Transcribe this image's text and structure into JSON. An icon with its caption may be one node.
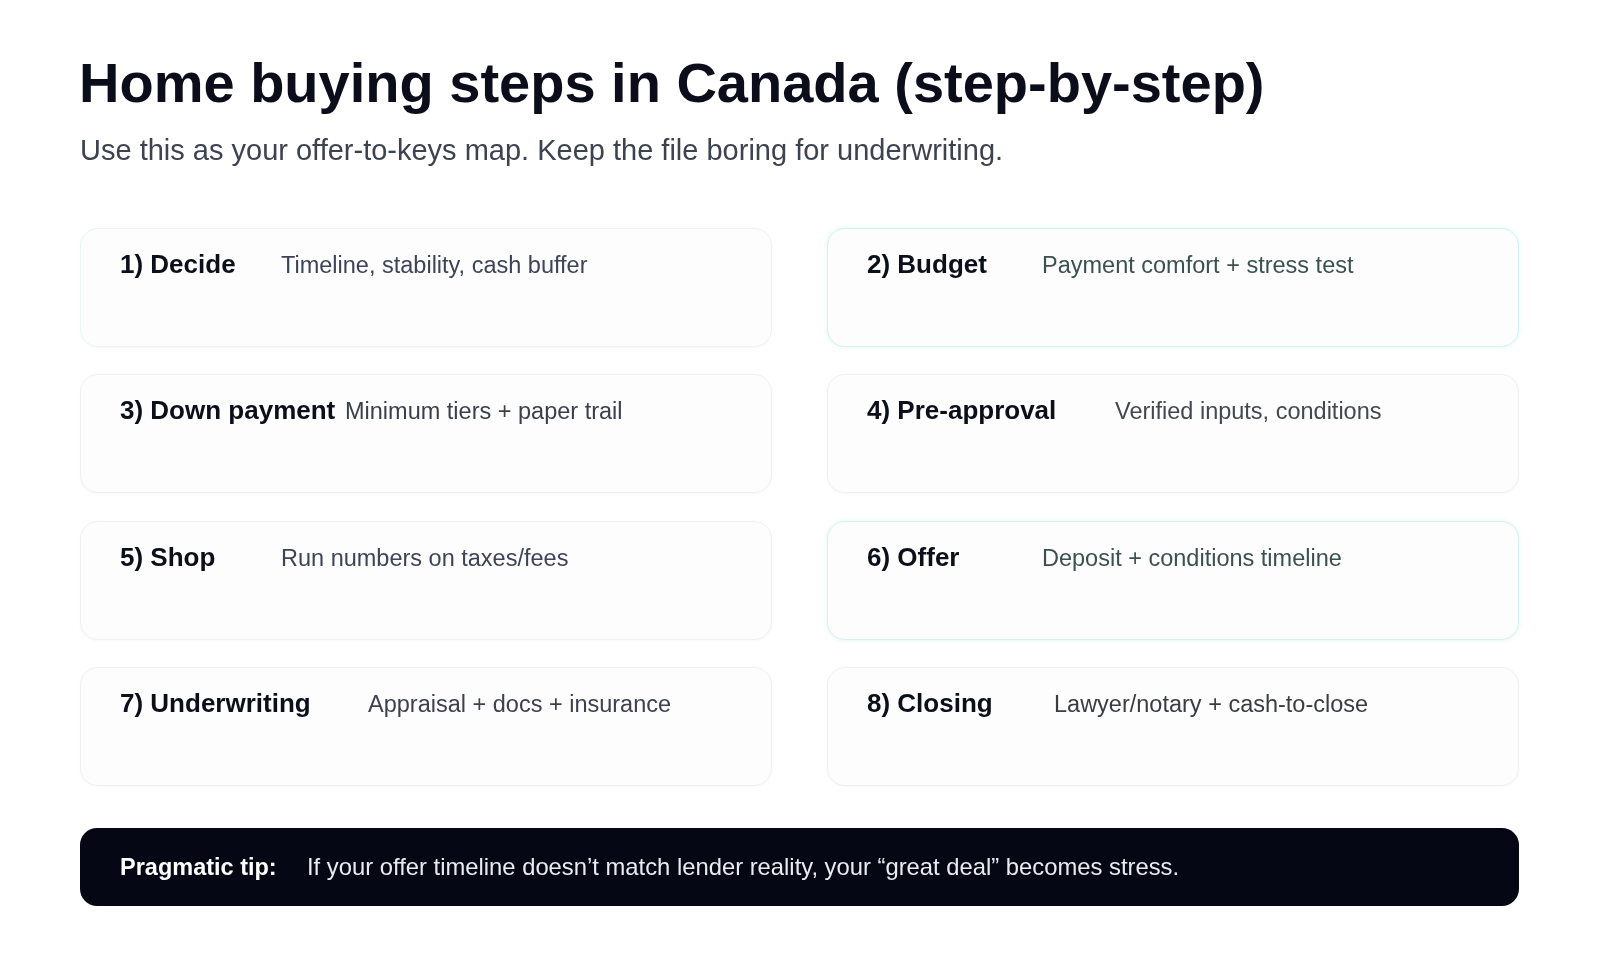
{
  "diagram": {
    "title": "Home buying steps in Canada (step-by-step)",
    "nodes": [
      {
        "text": [
          "1) Decide",
          "Timeline, stability, cash buffer"
        ]
      },
      {
        "text": [
          "2) Budget",
          "Payment comfort + stress test"
        ]
      },
      {
        "text": [
          "3) Down payment",
          "Minimum tiers + paper trail"
        ]
      },
      {
        "text": [
          "4) Pre-approval",
          "Verified inputs, conditions"
        ]
      },
      {
        "text": [
          "5) Shop",
          "Run numbers on taxes/fees"
        ]
      },
      {
        "text": [
          "6) Offer",
          "Deposit + conditions timeline"
        ]
      },
      {
        "text": [
          "7) Underwriting",
          "Appraisal + docs + insurance"
        ]
      },
      {
        "text": [
          "8) Closing",
          "Lawyer/notary + cash-to-close"
        ]
      },
      {
        "text": [
          "Pragmatic tip:",
          "If your offer timeline doesn’t match lender reality, your “great deal” becomes stress."
        ]
      }
    ],
    "labels": [
      "Use this as your offer-to-keys map. Keep the file boring for underwriting."
    ]
  }
}
